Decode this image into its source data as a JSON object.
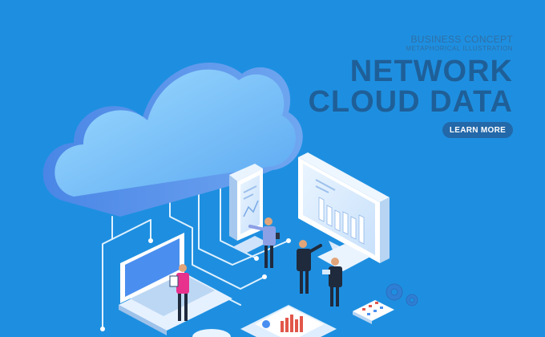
{
  "banner": {
    "kicker_line1": "BUSINESS CONCEPT",
    "kicker_line2": "METAPHORICAL ILLUSTRATION",
    "headline_line1": "NETWORK",
    "headline_line2": "CLOUD DATA",
    "cta_label": "LEARN MORE"
  },
  "colors": {
    "background": "#1e8fe0",
    "headline": "#1f5f98",
    "cta_background": "#2368a9",
    "cta_text": "#ffffff"
  },
  "icons": [
    "cloud-icon",
    "gear-icon",
    "calculator-icon",
    "bar-chart-icon"
  ]
}
